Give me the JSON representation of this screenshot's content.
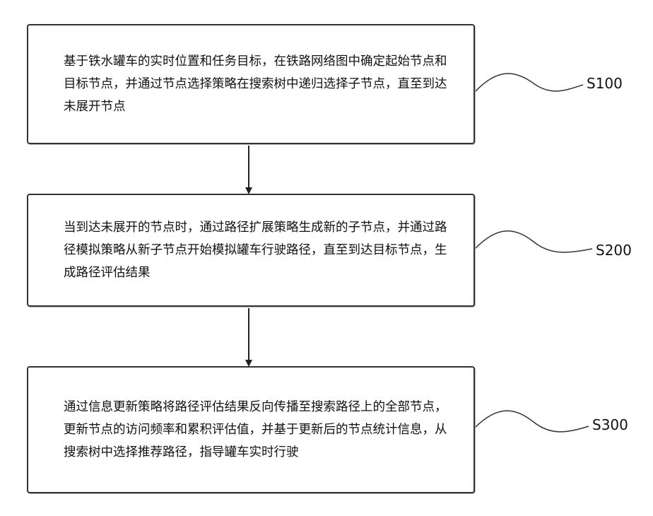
{
  "steps": [
    {
      "text": "基于铁水罐车的实时位置和任务目标，在铁路网络图中确定起始节点和目标节点，并通过节点选择策略在搜索树中递归选择子节点，直至到达未展开节点",
      "label": "S100"
    },
    {
      "text": "当到达未展开的节点时，通过路径扩展策略生成新的子节点，并通过路径模拟策略从新子节点开始模拟罐车行驶路径，直至到达目标节点，生成路径评估结果",
      "label": "S200"
    },
    {
      "text": "通过信息更新策略将路径评估结果反向传播至搜索路径上的全部节点，更新节点的访问频率和累积评估值，并基于更新后的节点统计信息，从搜索树中选择推荐路径，指导罐车实时行驶",
      "label": "S300"
    }
  ]
}
